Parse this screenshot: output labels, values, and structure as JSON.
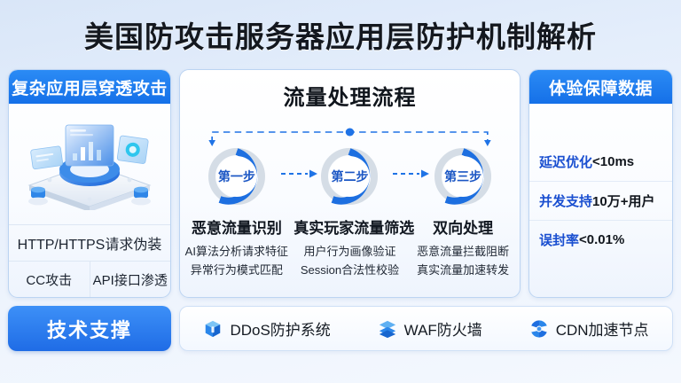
{
  "header": {
    "title": "美国防攻击服务器应用层防护机制解析"
  },
  "left_panel": {
    "header": "复杂应用层穿透攻击",
    "illustration_icon": "server-analytics-illustration",
    "rows": [
      "HTTP/HTTPS请求伪装"
    ],
    "split_row": [
      "CC攻击",
      "API接口渗透"
    ]
  },
  "center_panel": {
    "title": "流量处理流程",
    "steps": [
      {
        "badge": "第一步",
        "name": "恶意流量识别",
        "lines": [
          "AI算法分析请求特征",
          "异常行为模式匹配"
        ]
      },
      {
        "badge": "第二步",
        "name": "真实玩家流量筛选",
        "lines": [
          "用户行为画像验证",
          "Session合法性校验"
        ]
      },
      {
        "badge": "第三步",
        "name": "双向处理",
        "lines": [
          "恶意流量拦截阻断",
          "真实流量加速转发"
        ]
      }
    ]
  },
  "right_panel": {
    "header": "体验保障数据",
    "metrics": [
      {
        "label": "延迟优化",
        "value": "<10ms"
      },
      {
        "label": "并发支持",
        "value": "10万+用户"
      },
      {
        "label": "误封率",
        "value": "<0.01%"
      }
    ]
  },
  "bottom": {
    "support_label": "技术支撑",
    "items": [
      {
        "icon": "shield-cube-icon",
        "label": "DDoS防护系统"
      },
      {
        "icon": "layers-stack-icon",
        "label": "WAF防火墙"
      },
      {
        "icon": "cdn-node-icon",
        "label": "CDN加速节点"
      }
    ]
  },
  "colors": {
    "accent_blue": "#1570e8",
    "header_blue": "#2b8bf5",
    "text_blue": "#1a4fd0",
    "ring_gray": "#d5dde6",
    "page_bg": "#dce7f8"
  }
}
